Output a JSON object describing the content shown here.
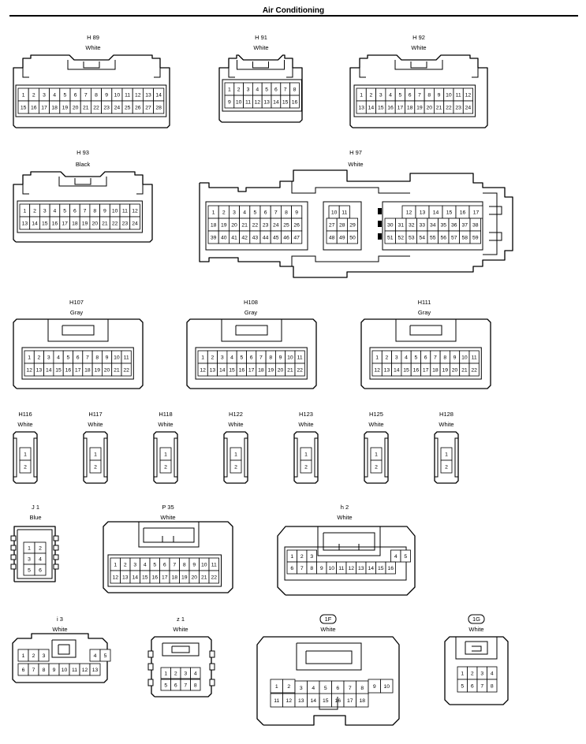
{
  "page": {
    "title": "Air Conditioning"
  },
  "connectors": [
    {
      "id": "h89",
      "code": "H 89",
      "color": "White",
      "rows": [
        [
          "1",
          "2",
          "3",
          "4",
          "5",
          "6",
          "7",
          "8",
          "9",
          "10",
          "11",
          "12",
          "13",
          "14"
        ],
        [
          "15",
          "16",
          "17",
          "18",
          "19",
          "20",
          "21",
          "22",
          "23",
          "24",
          "25",
          "26",
          "27",
          "28"
        ]
      ]
    },
    {
      "id": "h91",
      "code": "H 91",
      "color": "White",
      "rows": [
        [
          "1",
          "2",
          "3",
          "4",
          "5",
          "6",
          "7",
          "8"
        ],
        [
          "9",
          "10",
          "11",
          "12",
          "13",
          "14",
          "15",
          "16"
        ]
      ]
    },
    {
      "id": "h92",
      "code": "H 92",
      "color": "White",
      "rows": [
        [
          "1",
          "2",
          "3",
          "4",
          "5",
          "6",
          "7",
          "8",
          "9",
          "10",
          "11",
          "12"
        ],
        [
          "13",
          "14",
          "15",
          "16",
          "17",
          "18",
          "19",
          "20",
          "21",
          "22",
          "23",
          "24"
        ]
      ]
    },
    {
      "id": "h93",
      "code": "H 93",
      "color": "Black",
      "rows": [
        [
          "1",
          "2",
          "3",
          "4",
          "5",
          "6",
          "7",
          "8",
          "9",
          "10",
          "11",
          "12"
        ],
        [
          "13",
          "14",
          "15",
          "16",
          "17",
          "18",
          "19",
          "20",
          "21",
          "22",
          "23",
          "24"
        ]
      ]
    },
    {
      "id": "h97",
      "code": "H 97",
      "color": "White",
      "blocks": [
        {
          "rows": [
            [
              "1",
              "2",
              "3",
              "4",
              "5",
              "6",
              "7",
              "8",
              "9"
            ],
            [
              "18",
              "19",
              "20",
              "21",
              "22",
              "23",
              "24",
              "25",
              "26"
            ],
            [
              "39",
              "40",
              "41",
              "42",
              "43",
              "44",
              "45",
              "46",
              "47"
            ]
          ]
        },
        {
          "rows": [
            [
              "10",
              "11"
            ],
            [
              "27",
              "28",
              "29"
            ],
            [
              "48",
              "49",
              "50"
            ]
          ]
        },
        {
          "rows": [
            [
              "12",
              "13",
              "14",
              "15",
              "16",
              "17"
            ],
            [
              "30",
              "31",
              "32",
              "33",
              "34",
              "35",
              "36",
              "37",
              "38"
            ],
            [
              "51",
              "52",
              "53",
              "54",
              "55",
              "56",
              "57",
              "58",
              "59"
            ]
          ]
        }
      ]
    },
    {
      "id": "h107",
      "code": "H107",
      "color": "Gray",
      "rows": [
        [
          "1",
          "2",
          "3",
          "4",
          "5",
          "6",
          "7",
          "8",
          "9",
          "10",
          "11"
        ],
        [
          "12",
          "13",
          "14",
          "15",
          "16",
          "17",
          "18",
          "19",
          "20",
          "21",
          "22"
        ]
      ]
    },
    {
      "id": "h108",
      "code": "H108",
      "color": "Gray",
      "rows": [
        [
          "1",
          "2",
          "3",
          "4",
          "5",
          "6",
          "7",
          "8",
          "9",
          "10",
          "11"
        ],
        [
          "12",
          "13",
          "14",
          "15",
          "16",
          "17",
          "18",
          "19",
          "20",
          "21",
          "22"
        ]
      ]
    },
    {
      "id": "h111",
      "code": "H111",
      "color": "Gray",
      "rows": [
        [
          "1",
          "2",
          "3",
          "4",
          "5",
          "6",
          "7",
          "8",
          "9",
          "10",
          "11"
        ],
        [
          "12",
          "13",
          "14",
          "15",
          "16",
          "17",
          "18",
          "19",
          "20",
          "21",
          "22"
        ]
      ]
    },
    {
      "id": "h116",
      "code": "H116",
      "color": "White",
      "rows": [
        [
          "1"
        ],
        [
          "2"
        ]
      ]
    },
    {
      "id": "h117",
      "code": "H117",
      "color": "White",
      "rows": [
        [
          "1"
        ],
        [
          "2"
        ]
      ]
    },
    {
      "id": "h118",
      "code": "H118",
      "color": "White",
      "rows": [
        [
          "1"
        ],
        [
          "2"
        ]
      ]
    },
    {
      "id": "h122",
      "code": "H122",
      "color": "White",
      "rows": [
        [
          "1"
        ],
        [
          "2"
        ]
      ]
    },
    {
      "id": "h123",
      "code": "H123",
      "color": "White",
      "rows": [
        [
          "1"
        ],
        [
          "2"
        ]
      ]
    },
    {
      "id": "h125",
      "code": "H125",
      "color": "White",
      "rows": [
        [
          "1"
        ],
        [
          "2"
        ]
      ]
    },
    {
      "id": "h128",
      "code": "H128",
      "color": "White",
      "rows": [
        [
          "1"
        ],
        [
          "2"
        ]
      ]
    },
    {
      "id": "j1",
      "code": "J 1",
      "color": "Blue",
      "rows": [
        [
          "1",
          "2"
        ],
        [
          "3",
          "4"
        ],
        [
          "5",
          "6"
        ]
      ]
    },
    {
      "id": "p35",
      "code": "P 35",
      "color": "White",
      "rows": [
        [
          "1",
          "2",
          "3",
          "4",
          "5",
          "6",
          "7",
          "8",
          "9",
          "10",
          "11"
        ],
        [
          "12",
          "13",
          "14",
          "15",
          "16",
          "17",
          "18",
          "19",
          "20",
          "21",
          "22"
        ]
      ]
    },
    {
      "id": "h2",
      "code": "h 2",
      "color": "White",
      "rows": [
        [
          "1",
          "2",
          "3",
          "4",
          "5"
        ],
        [
          "6",
          "7",
          "8",
          "9",
          "10",
          "11",
          "12",
          "13",
          "14",
          "15",
          "16"
        ]
      ]
    },
    {
      "id": "i3",
      "code": "i 3",
      "color": "White",
      "rows": [
        [
          "1",
          "2",
          "3",
          "4",
          "5"
        ],
        [
          "6",
          "7",
          "8",
          "9",
          "10",
          "11",
          "12",
          "13"
        ]
      ]
    },
    {
      "id": "z1",
      "code": "z 1",
      "color": "White",
      "rows": [
        [
          "1",
          "2",
          "3",
          "4"
        ],
        [
          "5",
          "6",
          "7",
          "8"
        ]
      ]
    },
    {
      "id": "c1f",
      "code": "1F",
      "color": "White",
      "rows": [
        [
          "1",
          "2",
          "3",
          "4",
          "5",
          "6",
          "7",
          "8",
          "9",
          "10"
        ],
        [
          "11",
          "12",
          "13",
          "14",
          "15",
          "16",
          "17",
          "18"
        ]
      ]
    },
    {
      "id": "c1g",
      "code": "1G",
      "color": "White",
      "rows": [
        [
          "1",
          "2",
          "3",
          "4"
        ],
        [
          "5",
          "6",
          "7",
          "8"
        ]
      ]
    }
  ]
}
